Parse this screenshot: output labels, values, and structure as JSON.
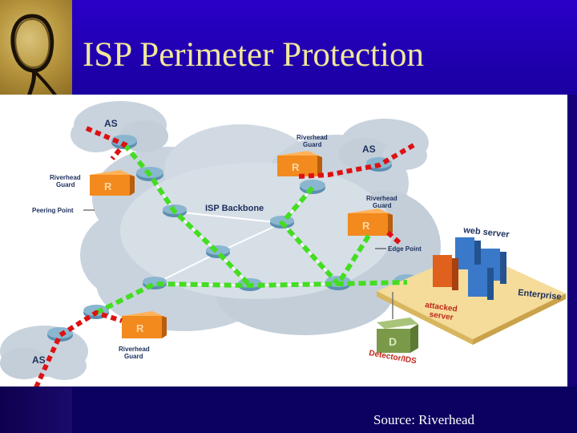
{
  "slide": {
    "title": "ISP Perimeter Protection",
    "source": "Source: Riverhead"
  },
  "diagram": {
    "labels": {
      "as_top_left": "AS",
      "as_top_right": "AS",
      "as_bottom_left": "AS",
      "guard_left_1": "Riverhead",
      "guard_left_2": "Guard",
      "guard_top_1": "Riverhead",
      "guard_top_2": "Guard",
      "guard_right_1": "Riverhead",
      "guard_right_2": "Guard",
      "guard_bottom_1": "Riverhead",
      "guard_bottom_2": "Guard",
      "peering_point": "Peering Point",
      "isp_backbone": "ISP Backbone",
      "web_server": "web server",
      "edge_point": "Edge Point",
      "enterprise": "Enterprise",
      "attacked_1": "attacked",
      "attacked_2": "server",
      "detector": "Detector/IDS",
      "guard_letter": "R",
      "detector_letter": "D"
    },
    "colors": {
      "attack_path": "#dd1111",
      "clean_path": "#44dd22",
      "guard": "#f28a1e",
      "cloud": "#c9d3de",
      "router": "#5c8fb0",
      "enterprise_floor": "#f5dc9a",
      "server": "#3a79c9",
      "attacked_server": "#e0601e",
      "detector": "#7a9a4a"
    }
  }
}
